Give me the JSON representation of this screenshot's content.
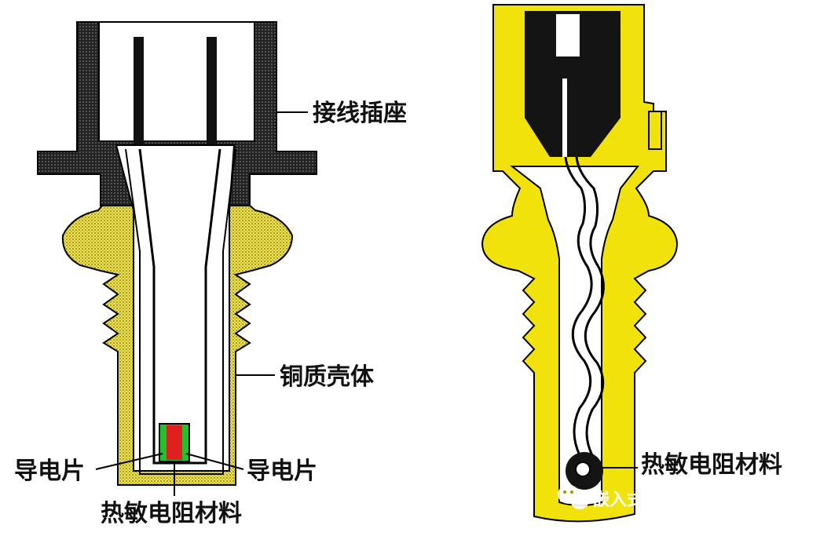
{
  "diagram": {
    "left_sensor": {
      "labels": {
        "connector_socket": "接线插座",
        "copper_housing": "铜质壳体",
        "conductor_left": "导电片",
        "conductor_right": "导电片",
        "thermistor": "热敏电阻材料"
      }
    },
    "right_sensor": {
      "labels": {
        "thermistor": "热敏电阻材料"
      }
    },
    "watermark": {
      "text": "嵌入式软件开发学习圈",
      "icon": "wechat-icon"
    },
    "colors": {
      "housing": "#f2e20c",
      "housing_dotted": "#e9d94a",
      "dark": "#141414",
      "element_red": "#e02020",
      "element_green": "#22c22e"
    }
  }
}
